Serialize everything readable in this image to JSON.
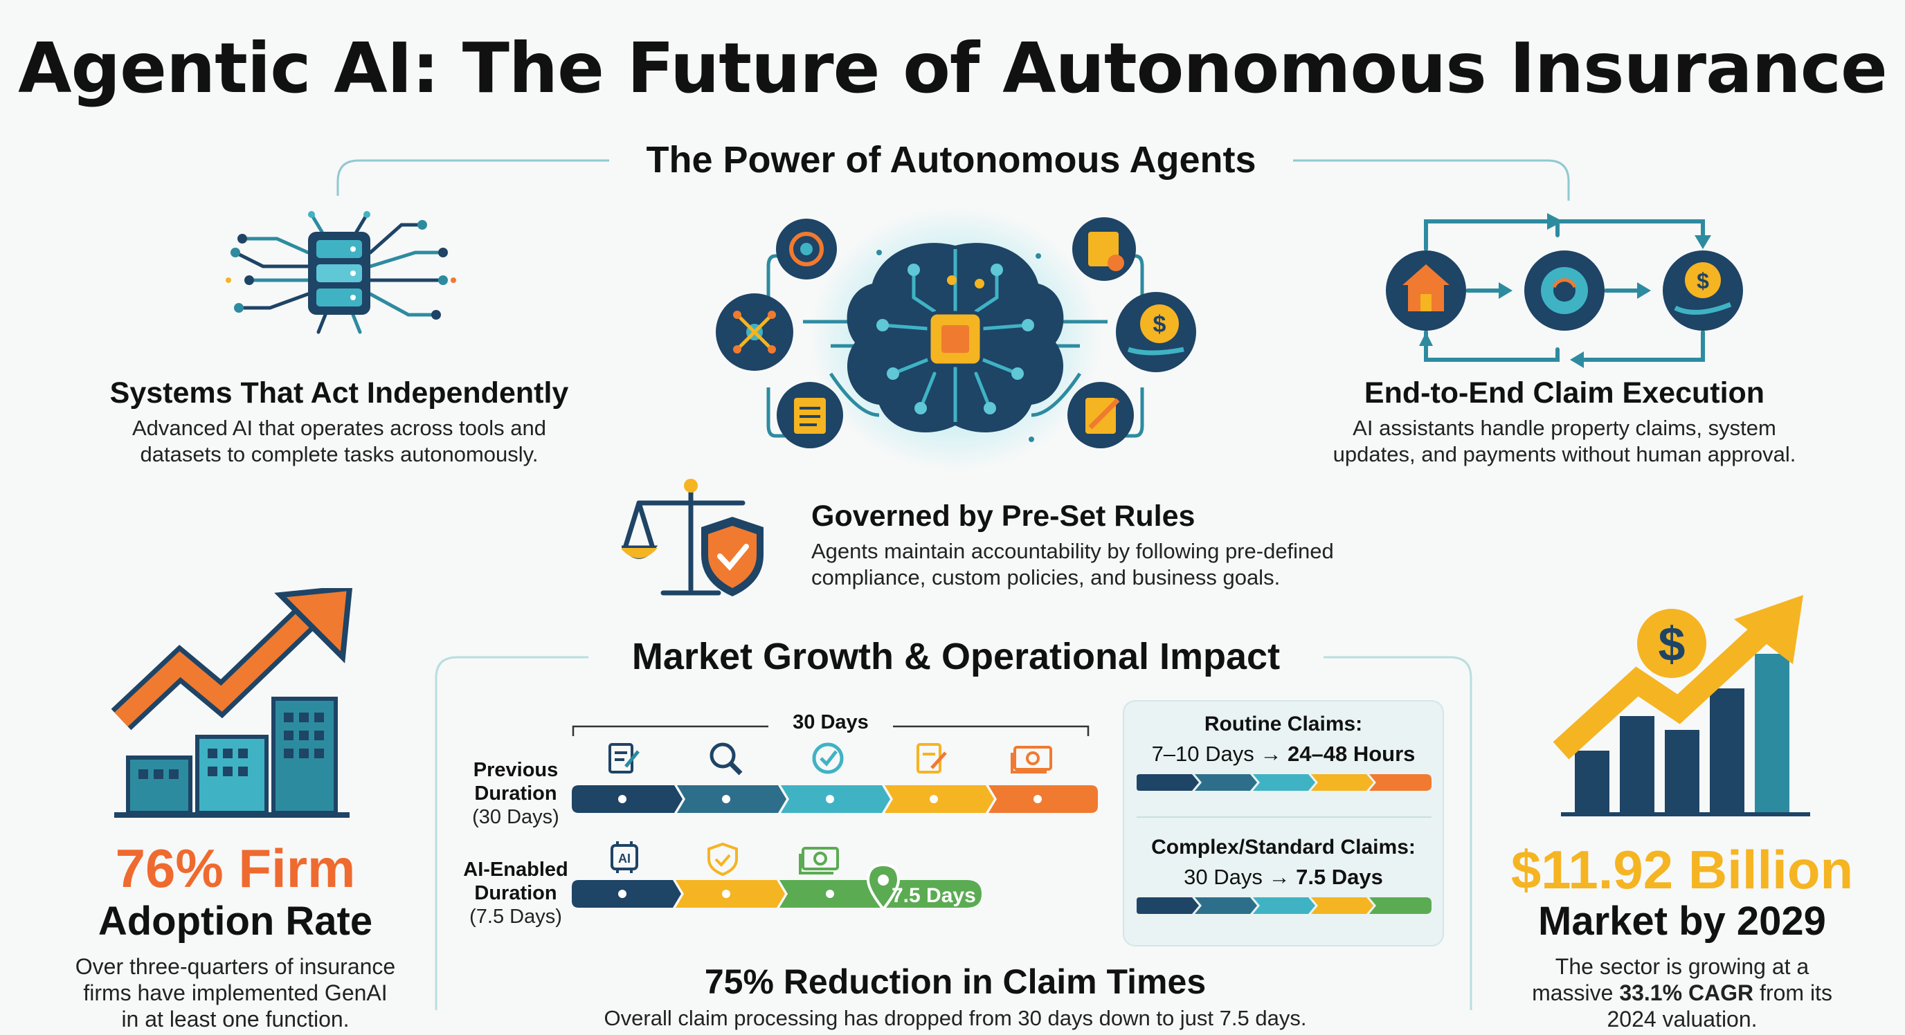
{
  "title": "Agentic AI: The Future of Autonomous Insurance",
  "power_section": {
    "heading": "The Power of Autonomous Agents",
    "features": [
      {
        "title": "Systems That Act Independently",
        "desc_lines": [
          "Advanced AI that operates across tools and",
          "datasets to complete tasks autonomously."
        ],
        "icon": "server-circuit-icon"
      },
      {
        "title": "End-to-End Claim Execution",
        "desc_lines": [
          "AI assistants handle property claims, system",
          "updates, and payments without human approval."
        ],
        "icon": "claim-flow-icon"
      },
      {
        "title": "Governed by Pre-Set Rules",
        "desc_lines": [
          "Agents maintain accountability by following pre-defined",
          "compliance, custom policies, and business goals."
        ],
        "icon": "scales-shield-icon"
      }
    ],
    "center_icon": "ai-brain-chip-icon"
  },
  "market_section": {
    "heading": "Market Growth & Operational Impact",
    "timeline": {
      "total_label": "30 Days",
      "previous": {
        "line1": "Previous",
        "line2": "Duration",
        "line3": "(30 Days)",
        "steps": [
          "document-edit-icon",
          "magnify-icon",
          "check-circle-icon",
          "note-edit-icon",
          "cash-icon"
        ]
      },
      "ai": {
        "line1": "AI-Enabled",
        "line2": "Duration",
        "line3": "(7.5 Days)",
        "steps": [
          "ai-chip-icon",
          "shield-check-icon",
          "cash-icon"
        ],
        "end_label": "7.5 Days"
      }
    },
    "claims": {
      "routine": {
        "title": "Routine Claims:",
        "from": "7–10 Days",
        "arrow": "→",
        "to": "24–48 Hours"
      },
      "complex": {
        "title": "Complex/Standard Claims:",
        "from": "30 Days",
        "arrow": "→",
        "to": "7.5 Days"
      }
    },
    "reduction": {
      "title": "75% Reduction in Claim Times",
      "desc": "Overall claim processing has dropped from 30 days down to just 7.5 days."
    }
  },
  "left_stat": {
    "value": "76% Firm",
    "subtitle": "Adoption Rate",
    "desc_lines": [
      "Over three-quarters of insurance",
      "firms have implemented GenAI",
      "in at least one function."
    ],
    "color": "#ef6a2e",
    "icon": "growth-buildings-icon"
  },
  "right_stat": {
    "value": "$11.92 Billion",
    "subtitle": "Market by 2029",
    "desc_line1": "The sector is growing at a",
    "desc_pre": "massive ",
    "desc_bold": "33.1% CAGR",
    "desc_post": " from its",
    "desc_line3": "2024 valuation.",
    "color": "#f5b421",
    "icon": "dollar-growth-chart-icon"
  },
  "colors": {
    "navy": "#1e4466",
    "teal": "#2d8ba0",
    "cyan": "#3fb3c4",
    "orange": "#f07a30",
    "yellow": "#f5b421",
    "green": "#5bab52"
  }
}
